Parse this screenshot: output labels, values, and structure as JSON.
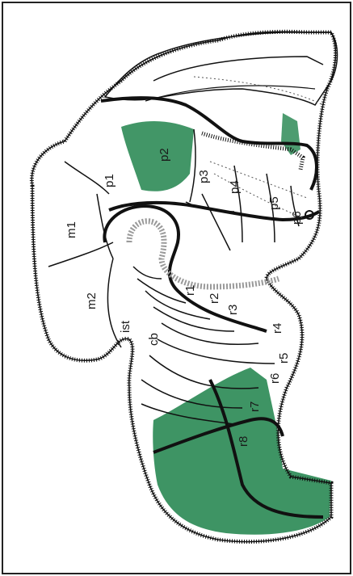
{
  "figure": {
    "labels": {
      "m1": "m1",
      "m2": "m2",
      "p1": "p1",
      "p2": "p2",
      "p3": "p3",
      "p4": "p4",
      "p5": "p5",
      "p6": "p6",
      "ist": "ist",
      "cb": "cb",
      "r1": "r1",
      "r2": "r2",
      "r3": "r3",
      "r4": "r4",
      "r5": "r5",
      "r6": "r6",
      "r7": "r7",
      "r8": "r8"
    },
    "colors": {
      "highlight": "#2e8b57",
      "line": "#111111",
      "background": "#ffffff",
      "frame": "#222222"
    }
  }
}
